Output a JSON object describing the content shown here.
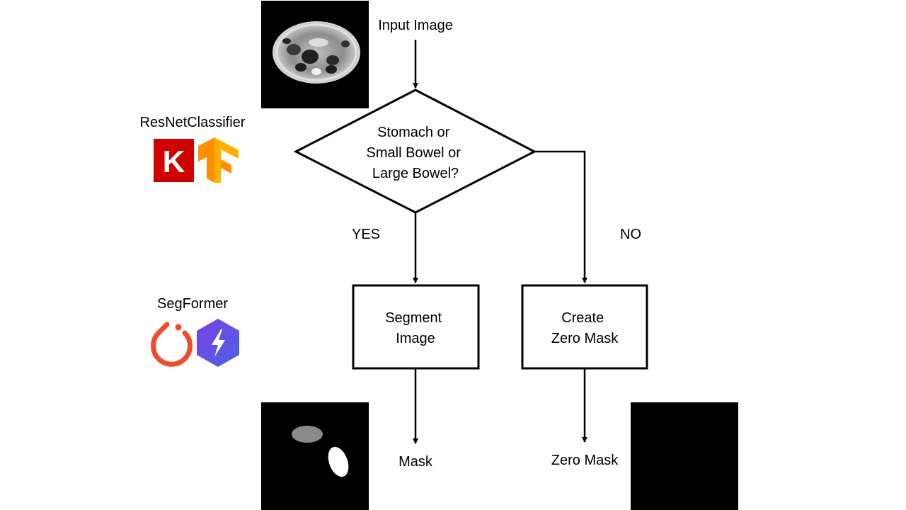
{
  "input_label": "Input Image",
  "decision": {
    "lines": [
      "Stomach or",
      "Small Bowel or",
      "Large Bowel?"
    ]
  },
  "yes_label": "YES",
  "no_label": "NO",
  "segment_box": {
    "lines": [
      "Segment",
      "Image"
    ]
  },
  "zero_box": {
    "lines": [
      "Create",
      "Zero Mask"
    ]
  },
  "mask_label": "Mask",
  "zero_mask_label": "Zero Mask",
  "classifier": {
    "title": "ResNetClassifier",
    "logos": [
      "keras-logo",
      "tensorflow-logo"
    ],
    "keras_letter": "K",
    "keras_color": "#d00000",
    "tensorflow_color": "#ff8f00"
  },
  "segmenter": {
    "title": "SegFormer",
    "logos": [
      "pytorch-logo",
      "lightning-logo"
    ],
    "pytorch_color": "#ee4c2c",
    "lightning_color": "#792ee5"
  },
  "colors": {
    "stroke": "#000000",
    "image_bg": "#000000",
    "mask_gray": "#8a8a8a",
    "mask_white": "#ffffff"
  }
}
